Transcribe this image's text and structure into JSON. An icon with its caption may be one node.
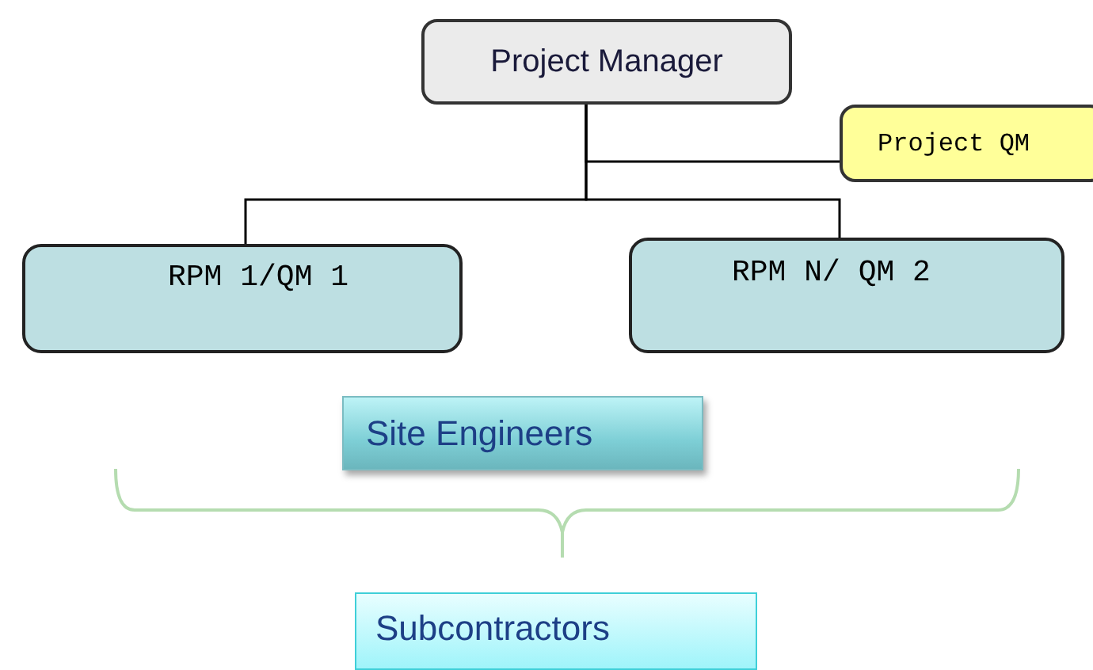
{
  "diagram": {
    "nodes": [
      {
        "text": [
          "Project Manager"
        ]
      },
      {
        "text": [
          "Project QM"
        ]
      },
      {
        "text": [
          "RPM 1/QM 1"
        ]
      },
      {
        "text": [
          "RPM N/ QM 2"
        ]
      },
      {
        "text": [
          "Site Engineers"
        ]
      },
      {
        "text": [
          "Subcontractors"
        ]
      }
    ],
    "edges": [
      {
        "from": 0,
        "to": 1,
        "arrow": "none"
      },
      {
        "from": 0,
        "to": 2,
        "arrow": "none"
      },
      {
        "from": 0,
        "to": 3,
        "arrow": "none"
      }
    ]
  }
}
